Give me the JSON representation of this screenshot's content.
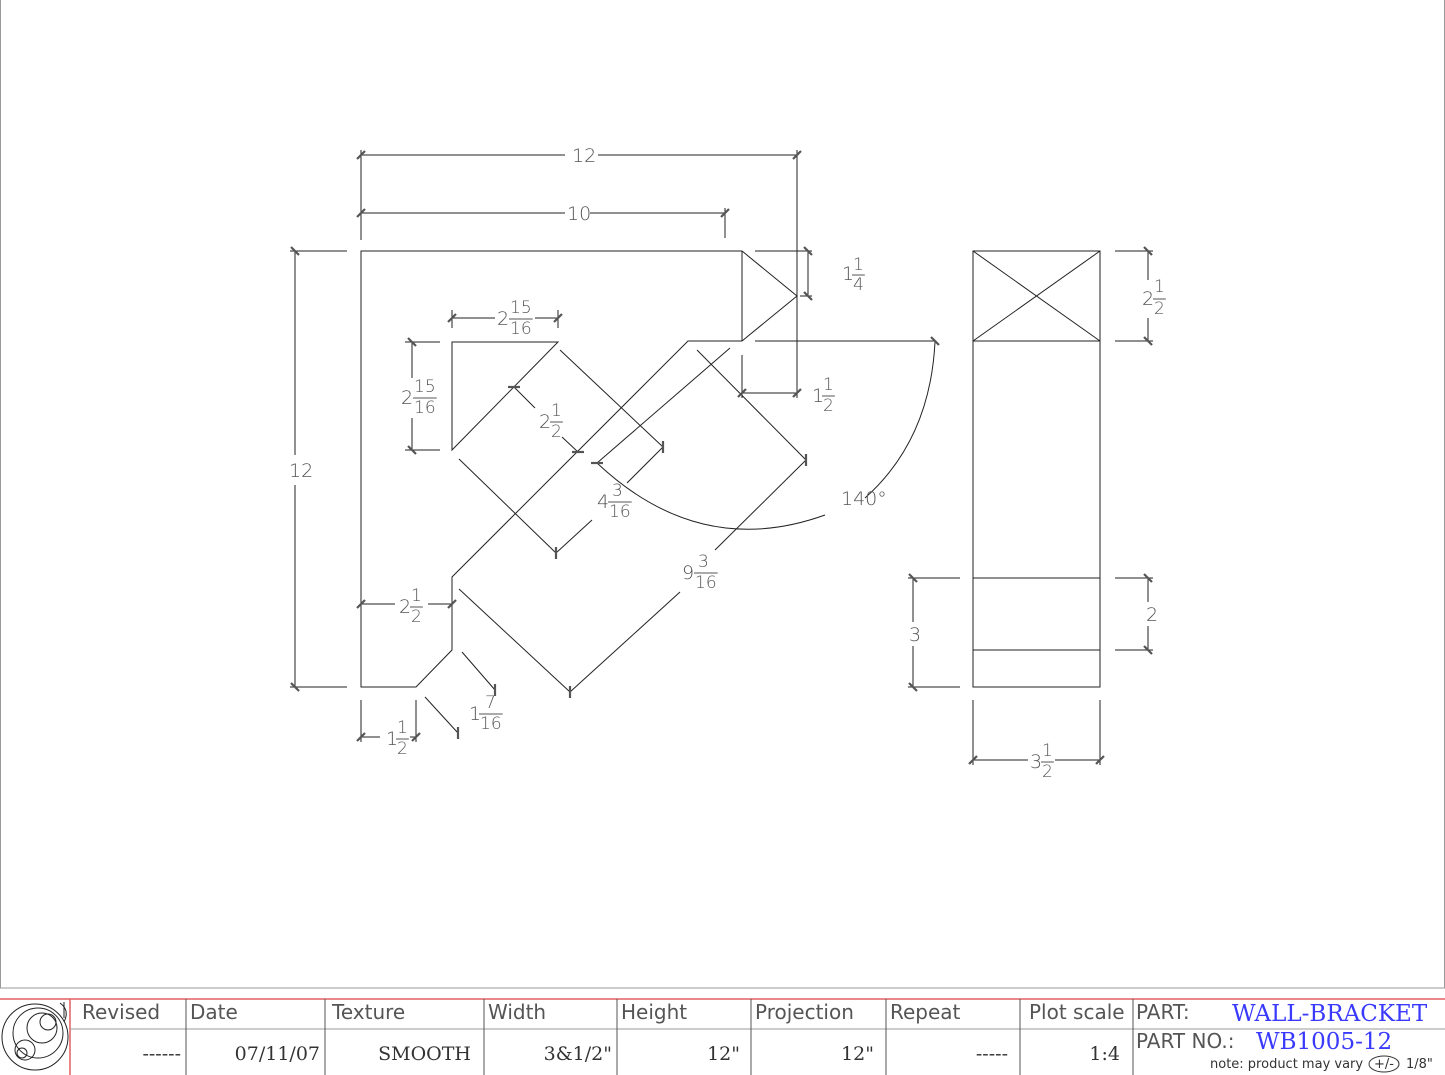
{
  "drawing": {
    "front_view": {
      "overall_width": {
        "whole": "12"
      },
      "inner_width": {
        "whole": "10"
      },
      "overall_height": {
        "whole": "12"
      },
      "tip_height": {
        "whole": "1",
        "num": "1",
        "den": "4"
      },
      "tip_depth": {
        "whole": "1",
        "num": "1",
        "den": "2"
      },
      "cutout_width": {
        "whole": "2",
        "num": "15",
        "den": "16"
      },
      "cutout_height": {
        "whole": "2",
        "num": "15",
        "den": "16"
      },
      "diag_offset": {
        "whole": "2",
        "num": "1",
        "den": "2"
      },
      "diag_inner": {
        "whole": "4",
        "num": "3",
        "den": "16"
      },
      "diag_outer": {
        "whole": "9",
        "num": "3",
        "den": "16"
      },
      "angle": "140°",
      "bottom_width": {
        "whole": "2",
        "num": "1",
        "den": "2"
      },
      "foot_width": {
        "whole": "1",
        "num": "1",
        "den": "2"
      },
      "chamfer": {
        "whole": "1",
        "num": "7",
        "den": "16"
      }
    },
    "side_view": {
      "top_block": {
        "whole": "2",
        "num": "1",
        "den": "2"
      },
      "lower_band": {
        "whole": "2"
      },
      "bottom_height": {
        "whole": "3"
      },
      "width": {
        "whole": "3",
        "num": "1",
        "den": "2"
      }
    }
  },
  "title_block": {
    "headers": [
      "Revised",
      "Date",
      "Texture",
      "Width",
      "Height",
      "Projection",
      "Repeat",
      "Plot scale"
    ],
    "values": [
      "------",
      "07/11/07",
      "SMOOTH",
      "3&1/2\"",
      "12\"",
      "12\"",
      "-----",
      "1:4"
    ],
    "part_label": "PART:",
    "part_value": "WALL-BRACKET",
    "part_no_label": "PART NO.:",
    "part_no_value": "WB1005-12",
    "note_prefix": "note: product may vary",
    "note_symbol": "+/-",
    "note_suffix": "1/8\"",
    "accent_color": "#3a3aff",
    "border_color": "#e06060"
  }
}
